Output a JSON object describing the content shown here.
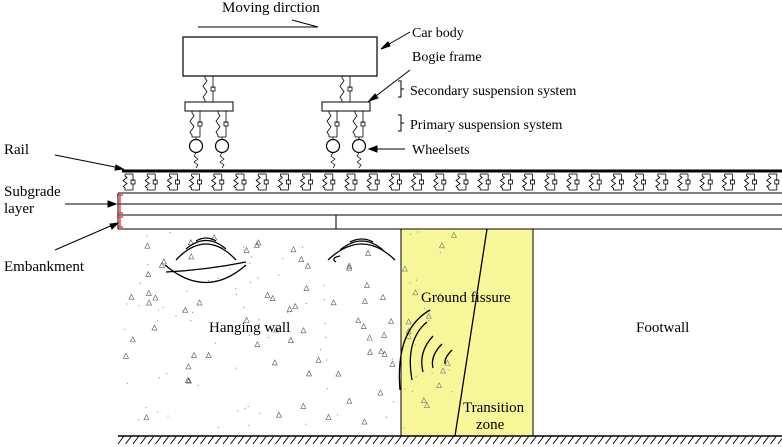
{
  "labels": {
    "moving_direction": "Moving dirction",
    "car_body": "Car body",
    "bogie_frame": "Bogie frame",
    "secondary_suspension": "Secondary suspension system",
    "primary_suspension": "Primary suspension system",
    "wheelsets": "Wheelsets",
    "rail": "Rail",
    "subgrade_line1": "Subgrade",
    "subgrade_line2": "layer",
    "embankment": "Embankment",
    "ground_fissure": "Ground fissure",
    "hanging_wall": "Hanging wall",
    "footwall": "Footwall",
    "transition_line1": "Transition",
    "transition_line2": "zone"
  },
  "colors": {
    "transition_zone": "#f7f79a",
    "stroke": "#000000",
    "subgrade_marker": "#e02020"
  }
}
